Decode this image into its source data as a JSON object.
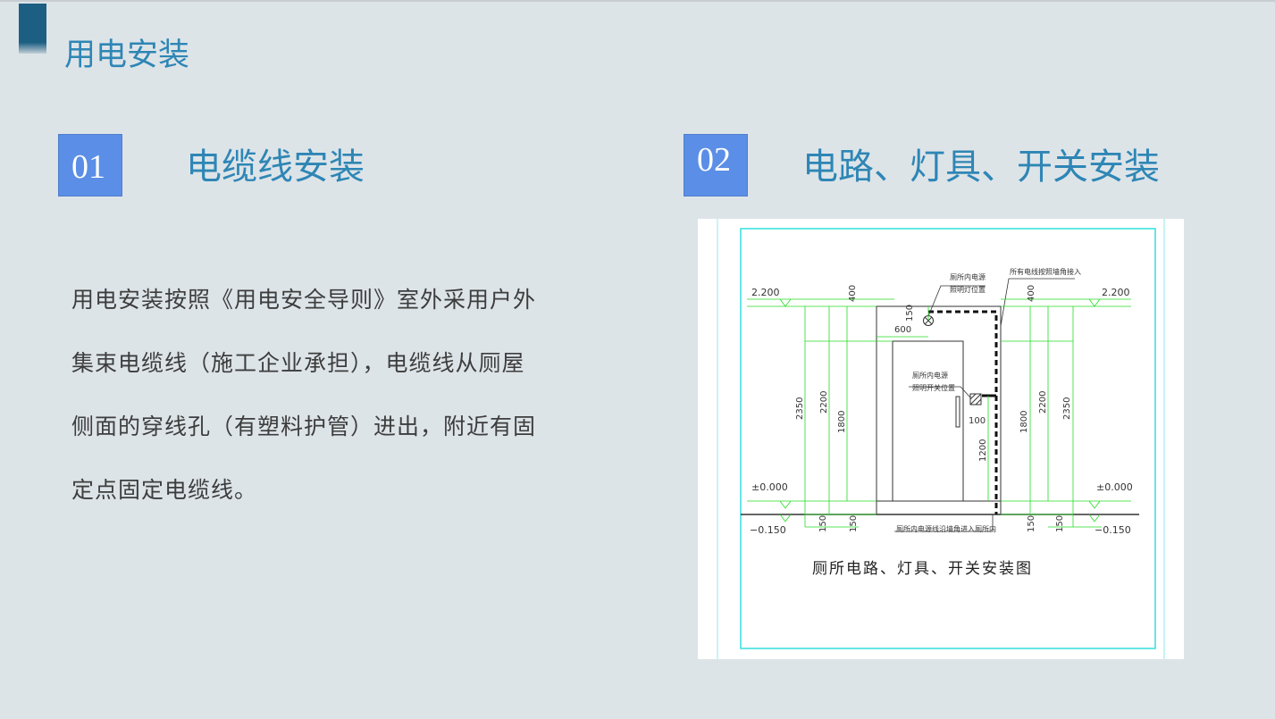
{
  "page": {
    "title": "用电安装"
  },
  "sections": [
    {
      "number": "01",
      "title": "电缆线安装"
    },
    {
      "number": "02",
      "title": "电路、灯具、开关安装"
    }
  ],
  "body_text": "用电安装按照《用电安全导则》室外采用户外集束电缆线（施工企业承担），电缆线从厕屋侧面的穿线孔（有塑料护管）进出，附近有固定点固定电缆线。",
  "drawing": {
    "caption": "厕所电路、灯具、开关安装图",
    "notes": {
      "lamp": [
        "厕所内电源",
        "照明灯位置"
      ],
      "wires": "所有电线按照墙角接入",
      "switch": [
        "厕所内电源",
        "照明开关位置"
      ],
      "entry": "厕所内电源线沿墙角进入厕所内"
    },
    "elevations": {
      "top": "2.200",
      "zero": "±0.000",
      "bottom": "−0.150"
    },
    "dims": {
      "d400": "400",
      "d2350": "2350",
      "d2200": "2200",
      "d1800": "1800",
      "d150": "150",
      "d600": "600",
      "d100": "100",
      "d1200": "1200"
    }
  },
  "colors": {
    "accent": "#2e86b5",
    "badge": "#5b8ee6",
    "title_bar": "#1d5f83",
    "dim_line": "#22dd22",
    "frame": "#33dddd"
  }
}
